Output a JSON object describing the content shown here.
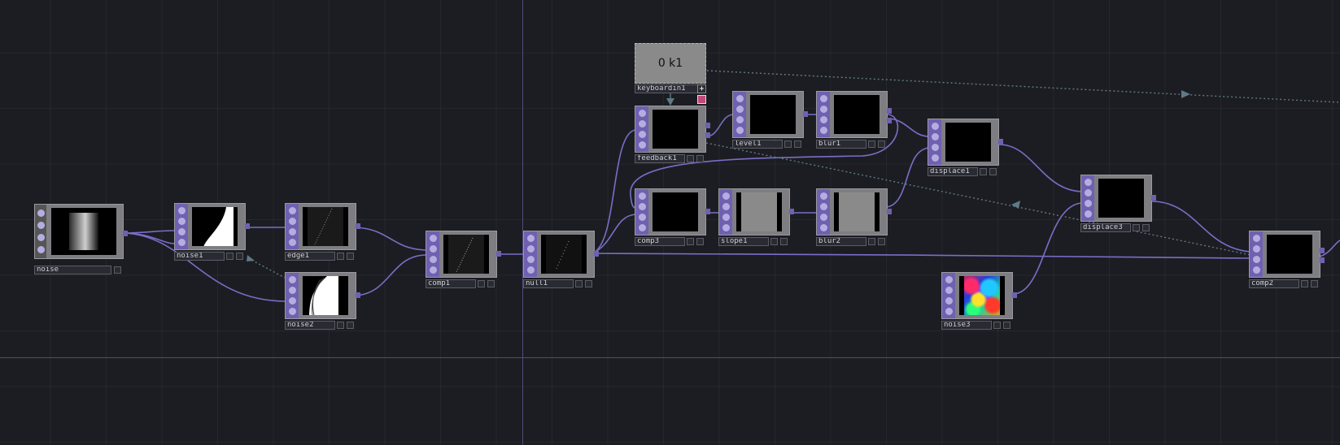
{
  "nodes": {
    "noise": "noise",
    "noise1": "noise1",
    "edge1": "edge1",
    "noise2": "noise2",
    "comp1": "comp1",
    "null1": "null1",
    "keyboardin1": "keyboardin1",
    "feedback1": "feedback1",
    "level1": "level1",
    "blur1": "blur1",
    "displace1": "displace1",
    "comp3": "comp3",
    "slope1": "slope1",
    "blur2": "blur2",
    "displace3": "displace3",
    "noise3": "noise3",
    "comp2": "comp2"
  },
  "keyboard_value": "0 k1",
  "colors": {
    "background": "#1c1d22",
    "wire": "#7a6ec8",
    "ref_wire": "#5e7a86",
    "operator_strip": "#7060b0"
  }
}
